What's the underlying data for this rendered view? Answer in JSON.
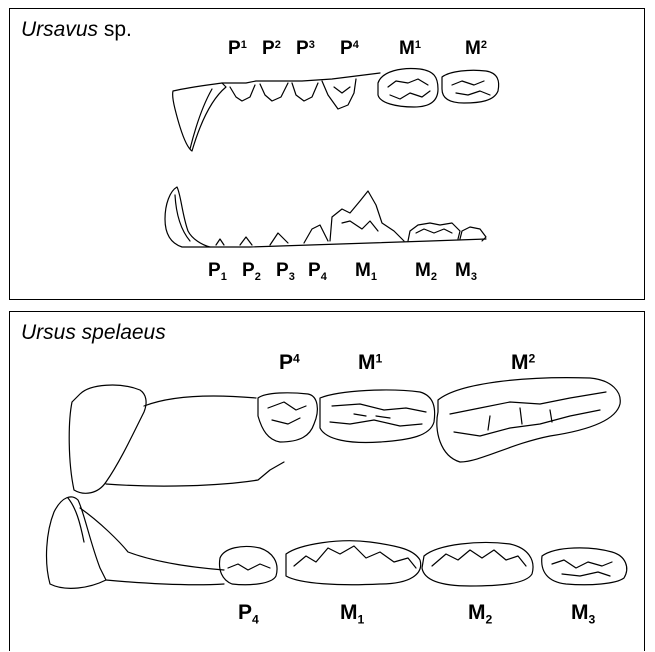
{
  "panels": {
    "top": {
      "genus": "Ursavus",
      "suffix": " sp.",
      "upper_teeth": [
        {
          "base": "P",
          "index": "1",
          "pos": "sup"
        },
        {
          "base": "P",
          "index": "2",
          "pos": "sup"
        },
        {
          "base": "P",
          "index": "3",
          "pos": "sup"
        },
        {
          "base": "P",
          "index": "4",
          "pos": "sup"
        },
        {
          "base": "M",
          "index": "1",
          "pos": "sup"
        },
        {
          "base": "M",
          "index": "2",
          "pos": "sup"
        }
      ],
      "lower_teeth": [
        {
          "base": "P",
          "index": "1",
          "pos": "sub"
        },
        {
          "base": "P",
          "index": "2",
          "pos": "sub"
        },
        {
          "base": "P",
          "index": "3",
          "pos": "sub"
        },
        {
          "base": "P",
          "index": "4",
          "pos": "sub"
        },
        {
          "base": "M",
          "index": "1",
          "pos": "sub"
        },
        {
          "base": "M",
          "index": "2",
          "pos": "sub"
        },
        {
          "base": "M",
          "index": "3",
          "pos": "sub"
        }
      ]
    },
    "bottom": {
      "genus": "Ursus spelaeus",
      "suffix": "",
      "upper_teeth": [
        {
          "base": "P",
          "index": "4",
          "pos": "sup"
        },
        {
          "base": "M",
          "index": "1",
          "pos": "sup"
        },
        {
          "base": "M",
          "index": "2",
          "pos": "sup"
        }
      ],
      "lower_teeth": [
        {
          "base": "P",
          "index": "4",
          "pos": "sub"
        },
        {
          "base": "M",
          "index": "1",
          "pos": "sub"
        },
        {
          "base": "M",
          "index": "2",
          "pos": "sub"
        },
        {
          "base": "M",
          "index": "3",
          "pos": "sub"
        }
      ]
    }
  }
}
